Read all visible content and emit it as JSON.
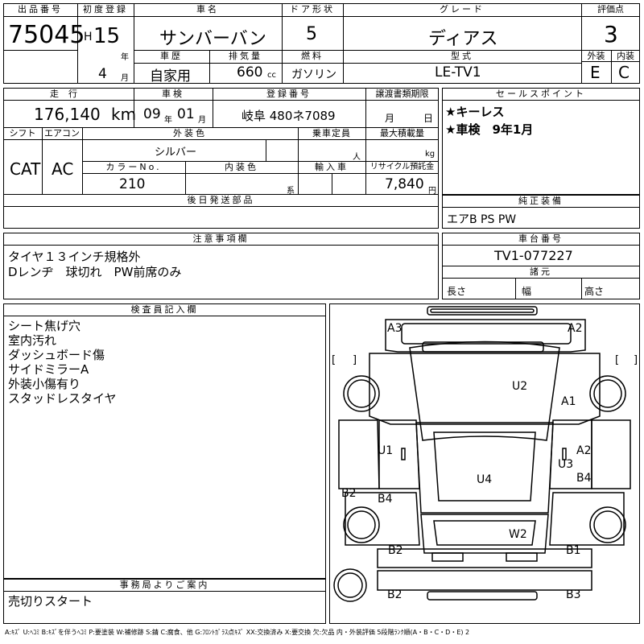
{
  "header": {
    "lot_label": "出品番号",
    "lot_value": "75045",
    "first_reg_label": "初度登録",
    "era": "H",
    "year": "15",
    "year_unit": "年",
    "month": "4",
    "month_unit": "月",
    "car_name_label": "車名",
    "car_name": "サンバーバン",
    "door_label": "ドア形状",
    "door": "5",
    "grade_label": "グレード",
    "grade": "ディアス",
    "score_label": "評価点",
    "score": "3",
    "history_label": "車歴",
    "history": "自家用",
    "displacement_label": "排気量",
    "displacement": "660",
    "displacement_unit": "cc",
    "fuel_label": "燃料",
    "fuel": "ガソリン",
    "model_label": "型式",
    "model": "LE-TV1",
    "exterior_label": "外装",
    "exterior": "E",
    "interior_label": "内装",
    "interior": "C"
  },
  "row2": {
    "mileage_label": "走行",
    "mileage": "176,140",
    "mileage_unit": "km",
    "inspection_label": "車検",
    "insp_year": "09",
    "insp_year_unit": "年",
    "insp_month": "01",
    "insp_month_unit": "月",
    "reg_no_label": "登録番号",
    "reg_no": "岐阜 480ネ7089",
    "transfer_label": "譲渡書類期限",
    "transfer_month": "月",
    "transfer_day": "日"
  },
  "specs": {
    "shift_label": "シフト",
    "shift": "CAT",
    "ac_label": "エアコン",
    "ac": "AC",
    "ext_color_label": "外装色",
    "ext_color": "シルバー",
    "capacity_label": "乗車定員",
    "capacity_unit": "人",
    "max_load_label": "最大積載量",
    "max_load_unit": "kg",
    "color_no_label": "カラーNo.",
    "color_no": "210",
    "int_color_label": "内装色",
    "int_color_unit": "系",
    "import_label": "輸入車",
    "recycle_label": "リサイクル預託金",
    "recycle": "7,840",
    "recycle_unit": "円"
  },
  "later_parts_label": "後日発送部品",
  "sales_points": {
    "label": "セールスポイント",
    "items": [
      "★キーレス",
      "★車検　9年1月"
    ]
  },
  "genuine_equipment": {
    "label": "純正装備",
    "value": "エアB PS PW"
  },
  "notes": {
    "label": "注意事項欄",
    "lines": [
      "タイヤ１３インチ規格外",
      "Dレンヂ　球切れ　PW前席のみ"
    ]
  },
  "chassis": {
    "label": "車台番号",
    "value": "TV1-077227",
    "dims_label": "諸元",
    "length_label": "長さ",
    "width_label": "幅",
    "height_label": "高さ"
  },
  "inspector": {
    "label": "検査員記入欄",
    "lines": [
      "シート焦げ穴",
      "室内汚れ",
      "ダッシュボード傷",
      "サイドミラーA",
      "外装小傷有り",
      "スタッドレスタイヤ"
    ]
  },
  "office": {
    "label": "事務局よりご案内",
    "value": "売切りスタート"
  },
  "diagram": {
    "marks": [
      "A3",
      "A2",
      "U2",
      "A1",
      "U1",
      "A2",
      "U3",
      "B4",
      "U4",
      "B2",
      "B4",
      "W2",
      "B2",
      "B1",
      "B2",
      "B3"
    ],
    "brackets": [
      "[",
      "]",
      "[",
      "]"
    ]
  },
  "legend": "A:ｷｽﾞ U:ﾍｺﾐ B:ｷｽﾞを伴うﾍｺﾐ P:要塗装 W:補修跡 S:錆 C:腐食、他 G:ﾌﾛﾝﾄｶﾞﾗｽ点ｷｽﾞ XX:交換済み X:要交換 欠:欠品 内・外装評価 5段階ﾗﾝｸ順(A・B・C・D・E) 2"
}
